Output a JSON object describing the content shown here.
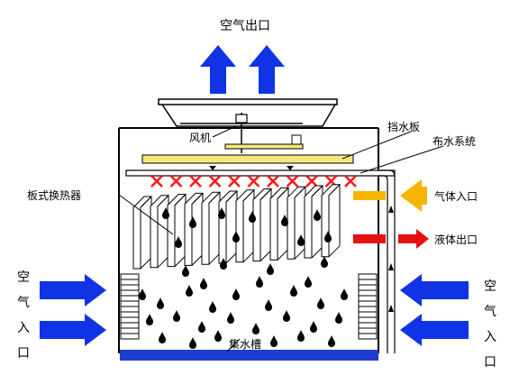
{
  "labels": {
    "air_outlet": "空气出口",
    "fan": "风机",
    "water_baffle": "挡水板",
    "water_distribution": "布水系统",
    "plate_exchanger": "板式换热器",
    "gas_inlet": "气体入口",
    "liquid_outlet": "液体出口",
    "collection_basin": "集水槽",
    "air_inlet_left": [
      "空",
      "气",
      "入",
      "口"
    ],
    "air_inlet_right": [
      "空",
      "气",
      "入",
      "口"
    ]
  },
  "colors": {
    "air_arrow": "#1133e6",
    "baffle": "#f5e87a",
    "gas_arrow": "#f6b400",
    "liquid_arrow": "#e51010",
    "spray_x": "#ff1a1a",
    "basin": "#1c3fd0",
    "droplet": "#000000",
    "plate": "#ffffff"
  },
  "icons": {
    "air_flow": "arrow-icon",
    "spray": "x-mark-icon",
    "droplet": "water-drop-icon"
  }
}
